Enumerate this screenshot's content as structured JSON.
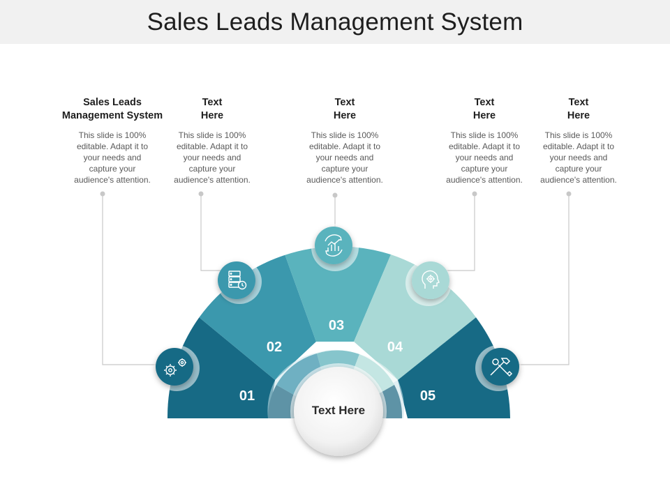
{
  "title": "Sales Leads Management System",
  "columns": [
    {
      "title_line1": "Sales Leads",
      "title_line2": "Management System",
      "body": [
        "This slide is 100%",
        "editable. Adapt it to",
        "your needs and",
        "capture your",
        "audience's attention."
      ]
    },
    {
      "title_line1": "Text",
      "title_line2": "Here",
      "body": [
        "This slide is 100%",
        "editable. Adapt it to",
        "your needs and",
        "capture your",
        "audience's attention."
      ]
    },
    {
      "title_line1": "Text",
      "title_line2": "Here",
      "body": [
        "This slide is 100%",
        "editable. Adapt it to",
        "your needs and",
        "capture your",
        "audience's attention."
      ]
    },
    {
      "title_line1": "Text",
      "title_line2": "Here",
      "body": [
        "This slide is 100%",
        "editable. Adapt it to",
        "your needs and",
        "capture your",
        "audience's attention."
      ]
    },
    {
      "title_line1": "Text",
      "title_line2": "Here",
      "body": [
        "This slide is 100%",
        "editable. Adapt it to",
        "your needs and",
        "capture your",
        "audience's attention."
      ]
    }
  ],
  "segments": [
    {
      "number": "01",
      "color": "#176a85",
      "icon": "gears-icon"
    },
    {
      "number": "02",
      "color": "#3b98ad",
      "icon": "server-clock-icon"
    },
    {
      "number": "03",
      "color": "#5ab3bd",
      "icon": "growth-cycle-icon"
    },
    {
      "number": "04",
      "color": "#a9d9d6",
      "icon": "head-gear-icon"
    },
    {
      "number": "05",
      "color": "#176a85",
      "icon": "tools-icon"
    }
  ],
  "center_label": "Text Here",
  "colors": {
    "connector": "#c8c8c8",
    "title_bar": "#f1f1f1"
  }
}
